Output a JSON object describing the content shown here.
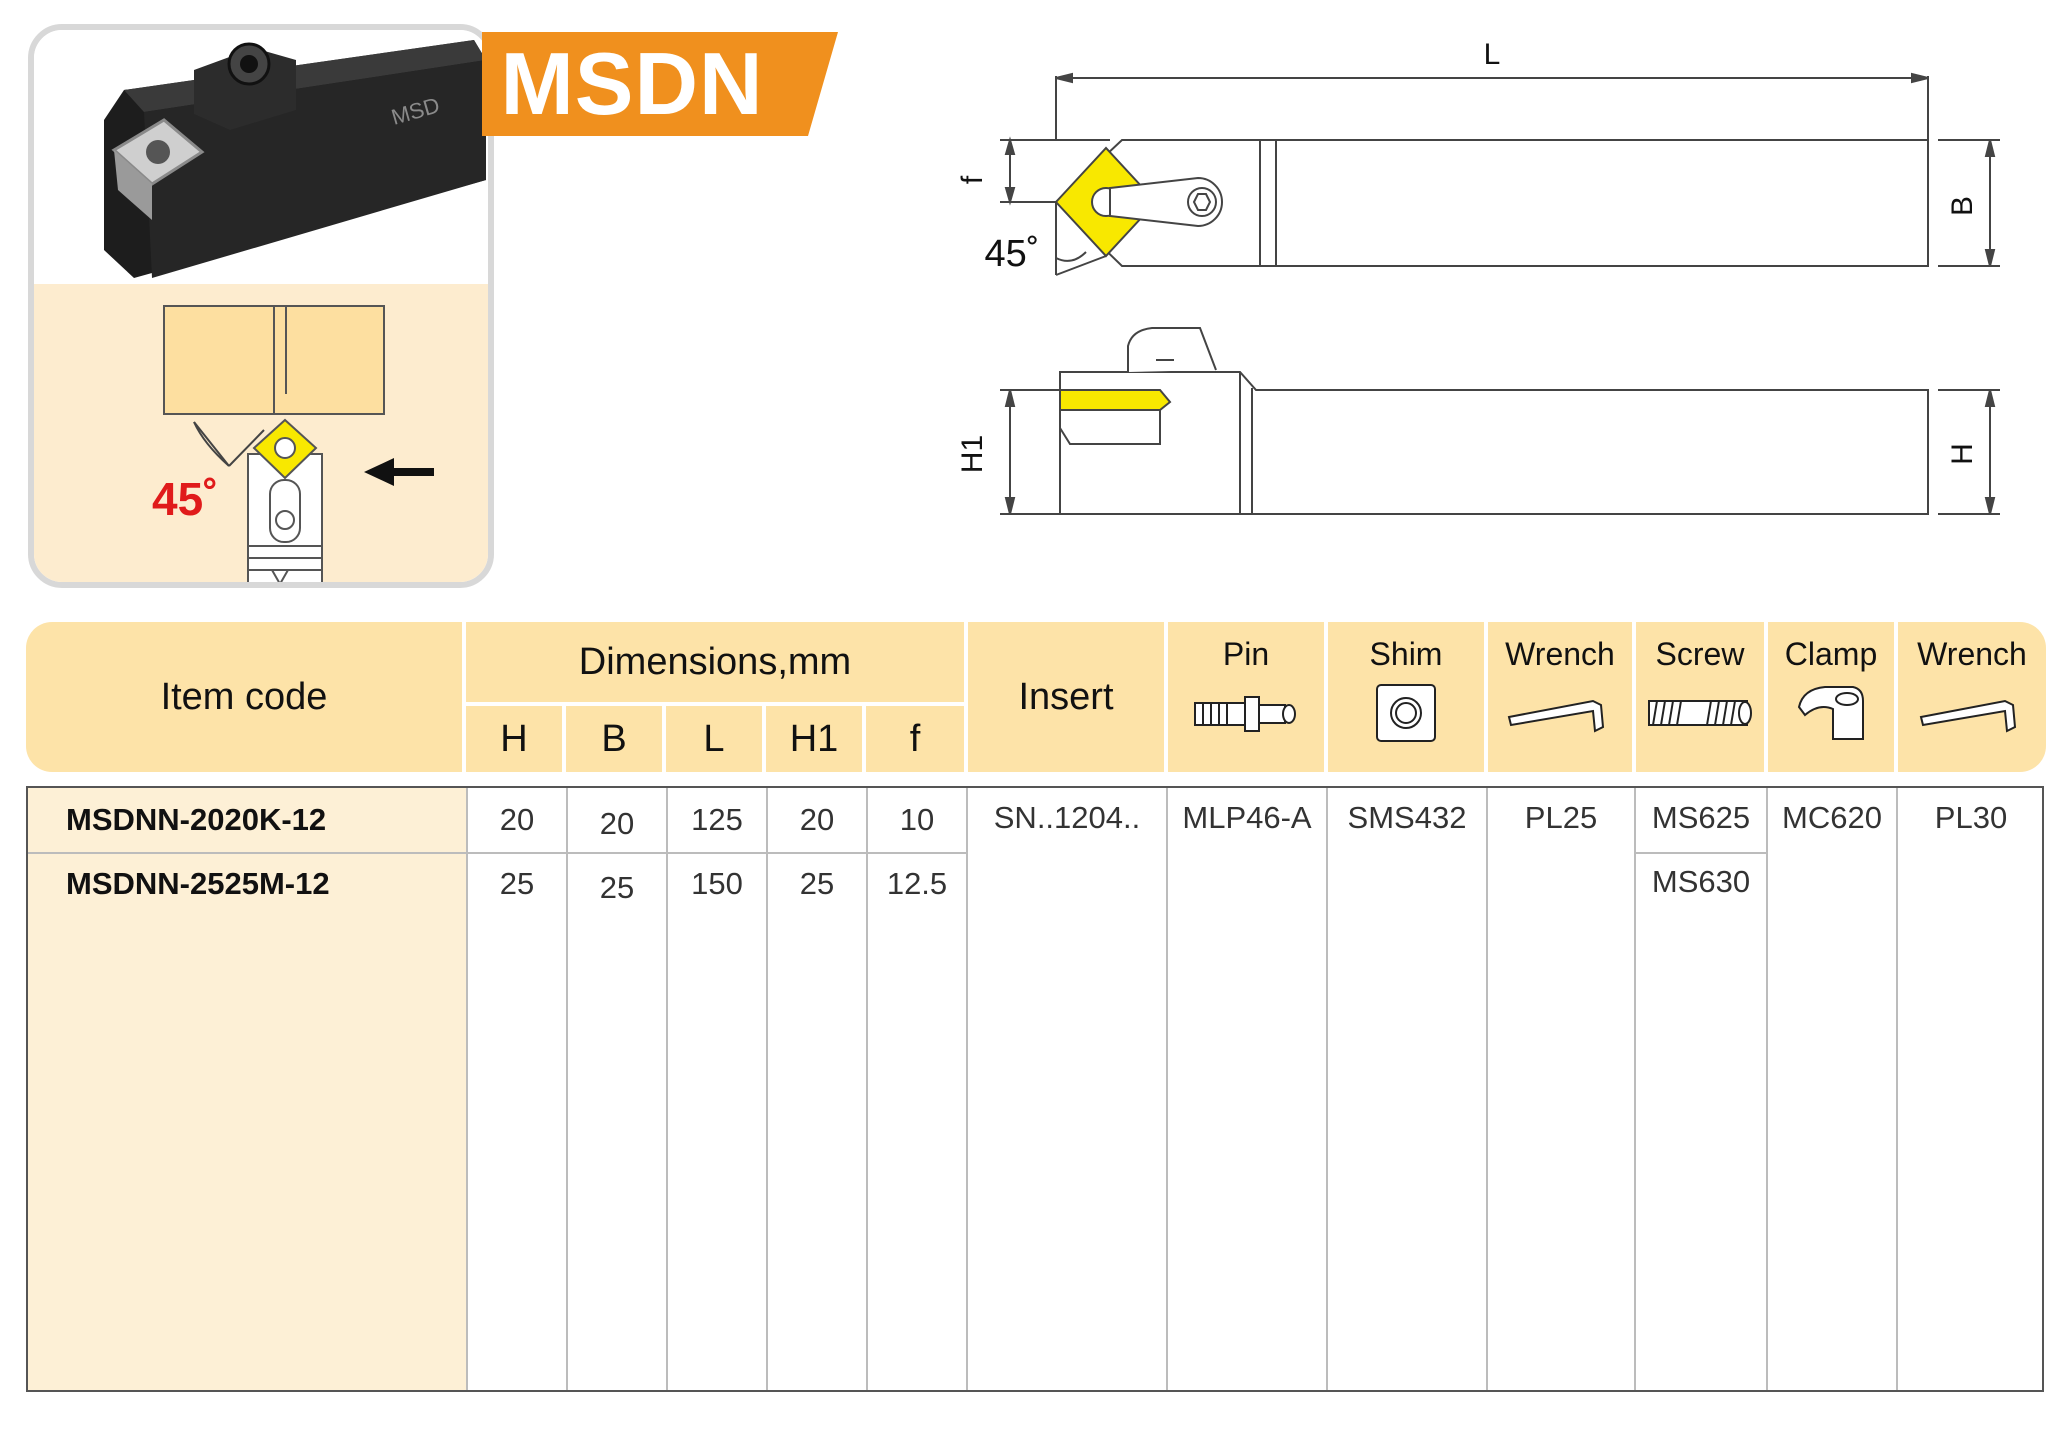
{
  "title": "MSDN",
  "photo": {
    "body_marking": "MSD",
    "angle_label": "45˚"
  },
  "drawing": {
    "labels": {
      "L": "L",
      "B": "B",
      "f": "f",
      "angle": "45˚",
      "H1": "H1",
      "H": "H"
    }
  },
  "table": {
    "headers": {
      "item_code": "Item code",
      "dimensions": "Dimensions,mm",
      "dim_columns": [
        "H",
        "B",
        "L",
        "H1",
        "f"
      ],
      "insert": "Insert",
      "pin": "Pin",
      "shim": "Shim",
      "wrench1": "Wrench",
      "screw": "Screw",
      "clamp": "Clamp",
      "wrench2": "Wrench"
    },
    "rows": [
      {
        "code": "MSDNN-2020K-12",
        "H": "20",
        "B": "20",
        "L": "125",
        "H1": "20",
        "f": "10"
      },
      {
        "code": "MSDNN-2525M-12",
        "H": "25",
        "B": "25",
        "L": "150",
        "H1": "25",
        "f": "12.5"
      }
    ],
    "shared": {
      "insert": "SN..1204..",
      "pin": "MLP46-A",
      "shim": "SMS432",
      "wrench1": "PL25",
      "screws": [
        "MS625",
        "MS630"
      ],
      "clamp": "MC620",
      "wrench2": "PL30"
    }
  },
  "colors": {
    "accent_orange": "#f0901e",
    "header_fill": "#fde3a8",
    "body_fill": "#fdf0d6",
    "insert_yellow": "#f8e800"
  }
}
